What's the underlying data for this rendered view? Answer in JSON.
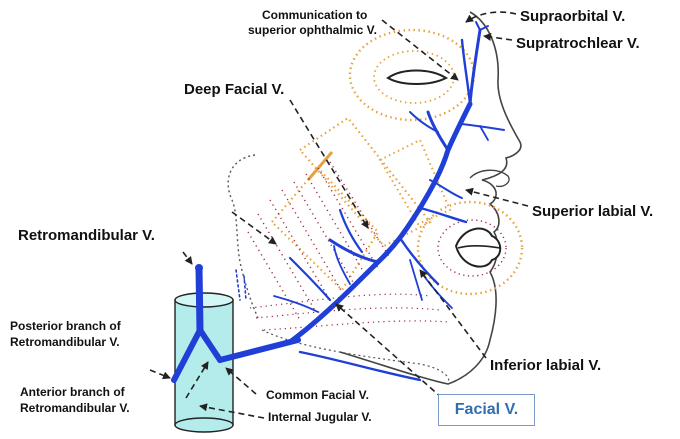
{
  "labels": {
    "communication": [
      "Communication to",
      "superior ophthalmic V."
    ],
    "supraorbital": "Supraorbital V.",
    "supratrochlear": "Supratrochlear V.",
    "deep_facial": "Deep Facial V.",
    "superior_labial": "Superior labial V.",
    "retromandibular": "Retromandibular V.",
    "posterior_branch": [
      "Posterior  branch of",
      "Retromandibular V."
    ],
    "inferior_labial": "Inferior labial V.",
    "anterior_branch": [
      "Anterior branch of",
      "Retromandibular V."
    ],
    "common_facial": "Common Facial V.",
    "internal_jugular": "Internal Jugular  V.",
    "facial": "Facial V."
  },
  "colors": {
    "vein": "#1f3fd6",
    "jugular_fill": "#b4ecec",
    "muscle_orange": "#e6a23c",
    "muscle_maroon": "#a0283c",
    "outline": "#444444",
    "leader": "#222222",
    "facial_label": "#2f6db5"
  }
}
